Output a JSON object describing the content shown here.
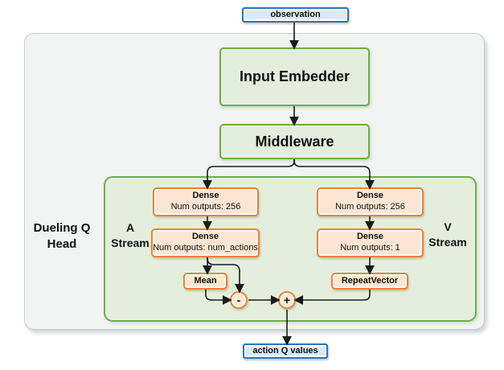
{
  "colors": {
    "blue_border": "#2e75b6",
    "blue_fill": "#dbe9f6",
    "green_border": "#70ad47",
    "green_fill": "#e3efdc",
    "orange_border": "#e8823a",
    "orange_fill": "#fce6d3",
    "container_fill": "#f2f3f3",
    "container_border": "#c9cdd1",
    "line": "#1a1a1a"
  },
  "nodes": {
    "observation": "observation",
    "input_embedder": "Input Embedder",
    "middleware": "Middleware",
    "mean": "Mean",
    "repeat_vector": "RepeatVector",
    "minus": "-",
    "plus": "+",
    "action_q_values": "action Q values"
  },
  "dense": {
    "a1": {
      "title": "Dense",
      "subtitle": "Num outputs: 256"
    },
    "a2": {
      "title": "Dense",
      "subtitle": "Num outputs: num_actions"
    },
    "v1": {
      "title": "Dense",
      "subtitle": "Num outputs: 256"
    },
    "v2": {
      "title": "Dense",
      "subtitle": "Num outputs: 1"
    }
  },
  "labels": {
    "dueling_line1": "Dueling Q",
    "dueling_line2": "Head",
    "a_stream_line1": "A",
    "a_stream_line2": "Stream",
    "v_stream_line1": "V",
    "v_stream_line2": "Stream"
  }
}
